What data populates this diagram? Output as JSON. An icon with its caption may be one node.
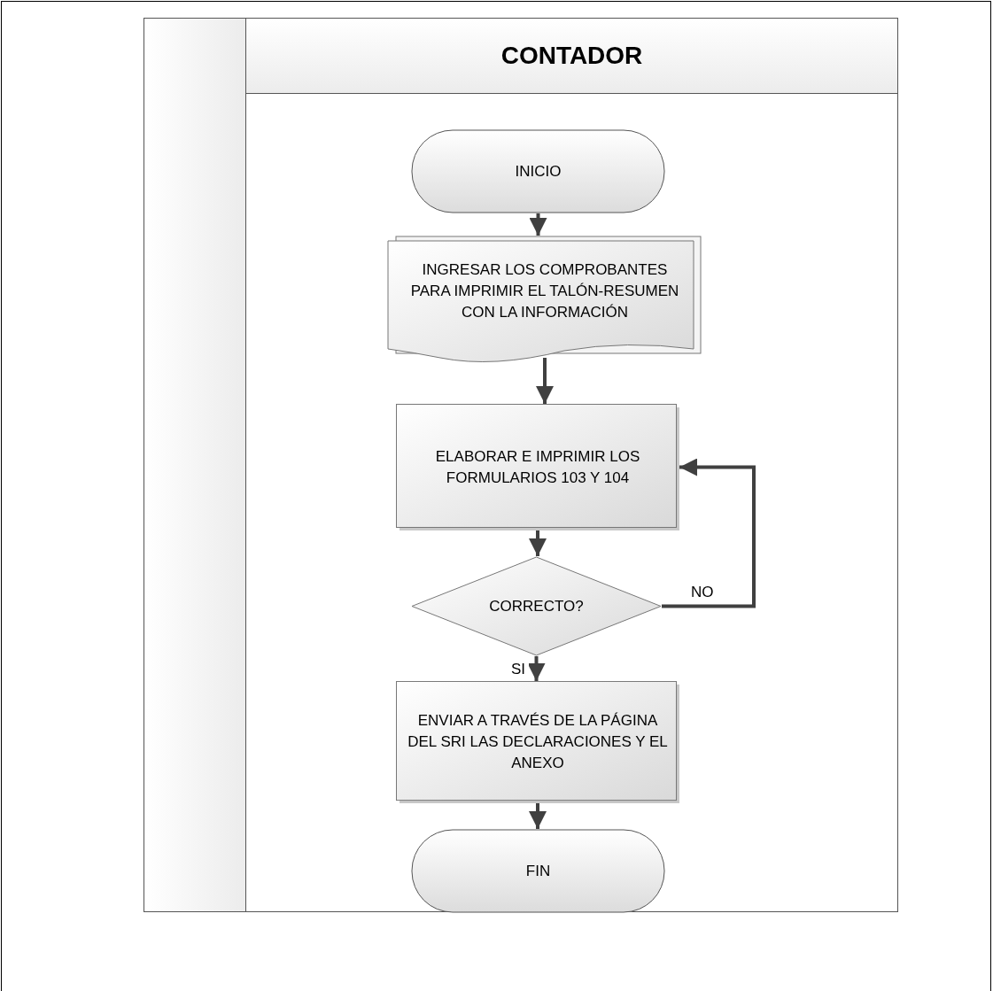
{
  "diagram": {
    "nodes": [
      {
        "text": [
          "CONTADOR"
        ]
      },
      {
        "text": [
          "INICIO"
        ],
        "in": 0
      },
      {
        "text": [
          "INGRESAR LOS COMPROBANTES PARA IMPRIMIR EL TALÓN-RESUMEN CON LA INFORMACIÓN"
        ],
        "in": 0
      },
      {
        "text": [
          "ELABORAR E IMPRIMIR LOS FORMULARIOS 103 Y 104"
        ],
        "in": 0
      },
      {
        "text": [
          "CORRECTO?"
        ],
        "in": 0
      },
      {
        "text": [
          "ENVIAR A TRAVÉS DE LA PÁGINA DEL SRI LAS DECLARACIONES Y EL ANEXO"
        ],
        "in": 0
      },
      {
        "text": [
          "FIN"
        ],
        "in": 0
      }
    ],
    "edges": [
      {
        "from": 1,
        "to": 2,
        "arrow": "to"
      },
      {
        "from": 2,
        "to": 3,
        "arrow": "to"
      },
      {
        "from": 3,
        "to": 4,
        "arrow": "to"
      },
      {
        "from": 4,
        "to": 5,
        "arrow": "to",
        "label": "SI"
      },
      {
        "from": 5,
        "to": 6,
        "arrow": "to"
      },
      {
        "from": 4,
        "to": 3,
        "arrow": "to",
        "label": "NO"
      }
    ]
  }
}
